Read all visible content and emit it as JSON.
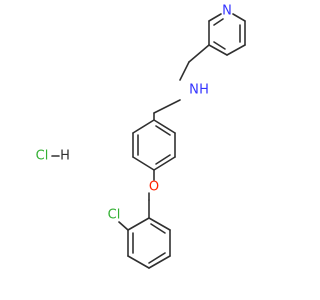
{
  "molecule": {
    "atoms": {
      "N_pyridine": {
        "text": "N",
        "color": "#3333ff"
      },
      "N_amine": {
        "text": "N",
        "color": "#3333ff"
      },
      "H_amine": {
        "text": "H",
        "color": "#3333ff"
      },
      "O_ether": {
        "text": "O",
        "color": "#ff2200"
      },
      "Cl_aryl": {
        "text": "Cl",
        "color": "#33b033"
      }
    },
    "salt": {
      "cl": {
        "text": "Cl",
        "color": "#33b033"
      },
      "bond": {
        "text": "—",
        "color": "#303030"
      },
      "h": {
        "text": "H",
        "color": "#303030"
      }
    },
    "bond_color": "#303030"
  }
}
